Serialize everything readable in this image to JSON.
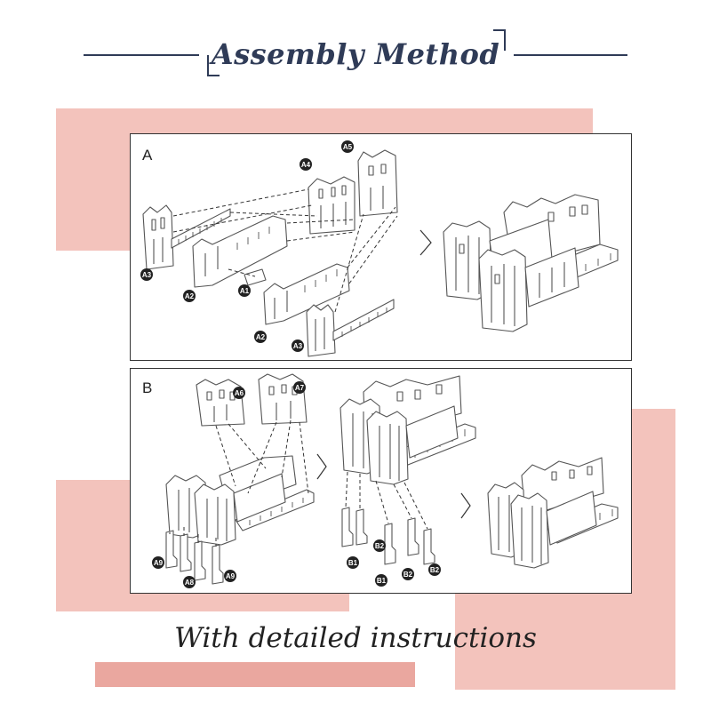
{
  "title": "Assembly Method",
  "footer": "With detailed instructions",
  "colors": {
    "pink": "#f3c3bc",
    "pink_dark": "#eaa79f",
    "navy": "#2f3b57",
    "line": "#444444"
  },
  "panels": [
    {
      "label": "A",
      "parts": [
        "A5",
        "A4",
        "A3",
        "A2",
        "A1",
        "A2",
        "A3"
      ]
    },
    {
      "label": "B",
      "parts": [
        "A6",
        "A7",
        "A9",
        "A8",
        "A9",
        "B1",
        "B2",
        "B1",
        "B2",
        "B2"
      ]
    }
  ]
}
